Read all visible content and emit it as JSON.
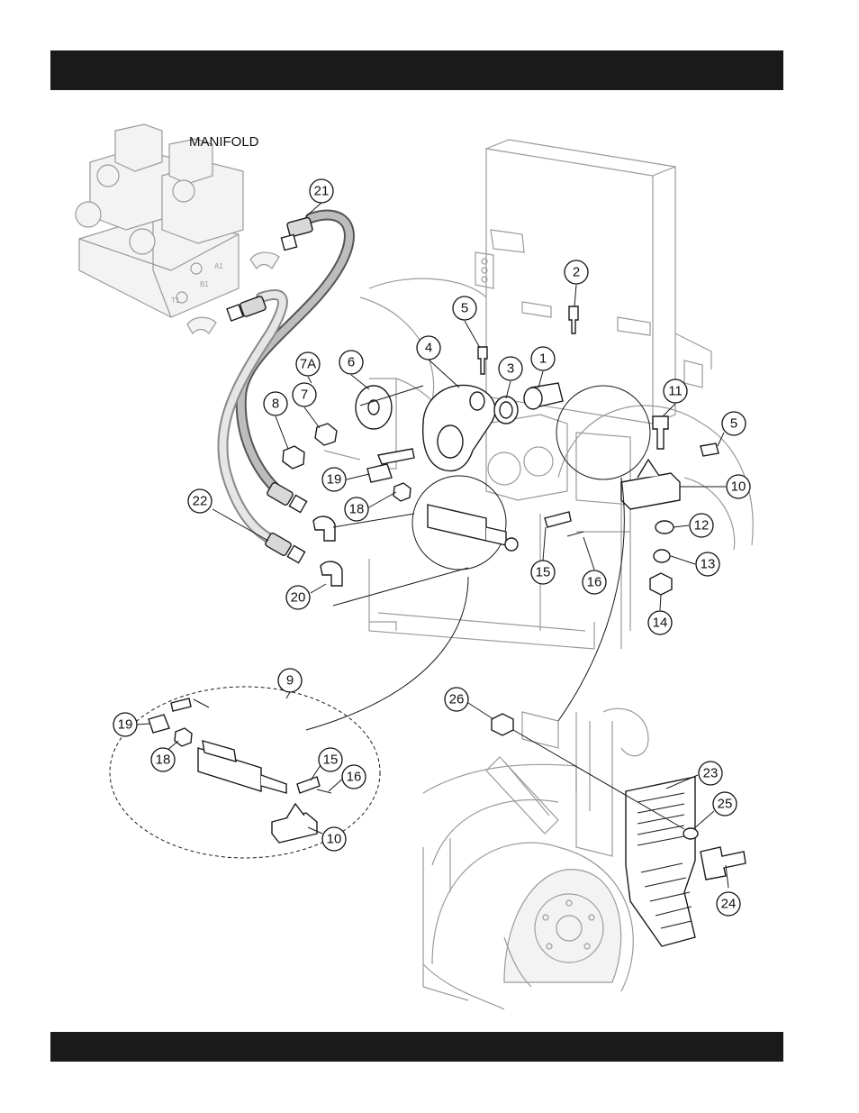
{
  "diagram": {
    "manifold_label": "MANIFOLD",
    "port_labels": [
      "B1",
      "A1",
      "T1"
    ],
    "callouts": [
      {
        "id": "c21",
        "label": "21"
      },
      {
        "id": "c2",
        "label": "2"
      },
      {
        "id": "c5a",
        "label": "5"
      },
      {
        "id": "c4",
        "label": "4"
      },
      {
        "id": "c3",
        "label": "3"
      },
      {
        "id": "c1",
        "label": "1"
      },
      {
        "id": "c7A",
        "label": "7A"
      },
      {
        "id": "c6",
        "label": "6"
      },
      {
        "id": "c7",
        "label": "7"
      },
      {
        "id": "c8",
        "label": "8"
      },
      {
        "id": "c11",
        "label": "11"
      },
      {
        "id": "c5b",
        "label": "5"
      },
      {
        "id": "c10a",
        "label": "10"
      },
      {
        "id": "c19a",
        "label": "19"
      },
      {
        "id": "c18a",
        "label": "18"
      },
      {
        "id": "c22",
        "label": "22"
      },
      {
        "id": "c12",
        "label": "12"
      },
      {
        "id": "c13",
        "label": "13"
      },
      {
        "id": "c15a",
        "label": "15"
      },
      {
        "id": "c16a",
        "label": "16"
      },
      {
        "id": "c20",
        "label": "20"
      },
      {
        "id": "c14",
        "label": "14"
      },
      {
        "id": "c9",
        "label": "9"
      },
      {
        "id": "c26",
        "label": "26"
      },
      {
        "id": "c19b",
        "label": "19"
      },
      {
        "id": "c18b",
        "label": "18"
      },
      {
        "id": "c15b",
        "label": "15"
      },
      {
        "id": "c16b",
        "label": "16"
      },
      {
        "id": "c10b",
        "label": "10"
      },
      {
        "id": "c23",
        "label": "23"
      },
      {
        "id": "c25",
        "label": "25"
      },
      {
        "id": "c24",
        "label": "24"
      }
    ]
  }
}
